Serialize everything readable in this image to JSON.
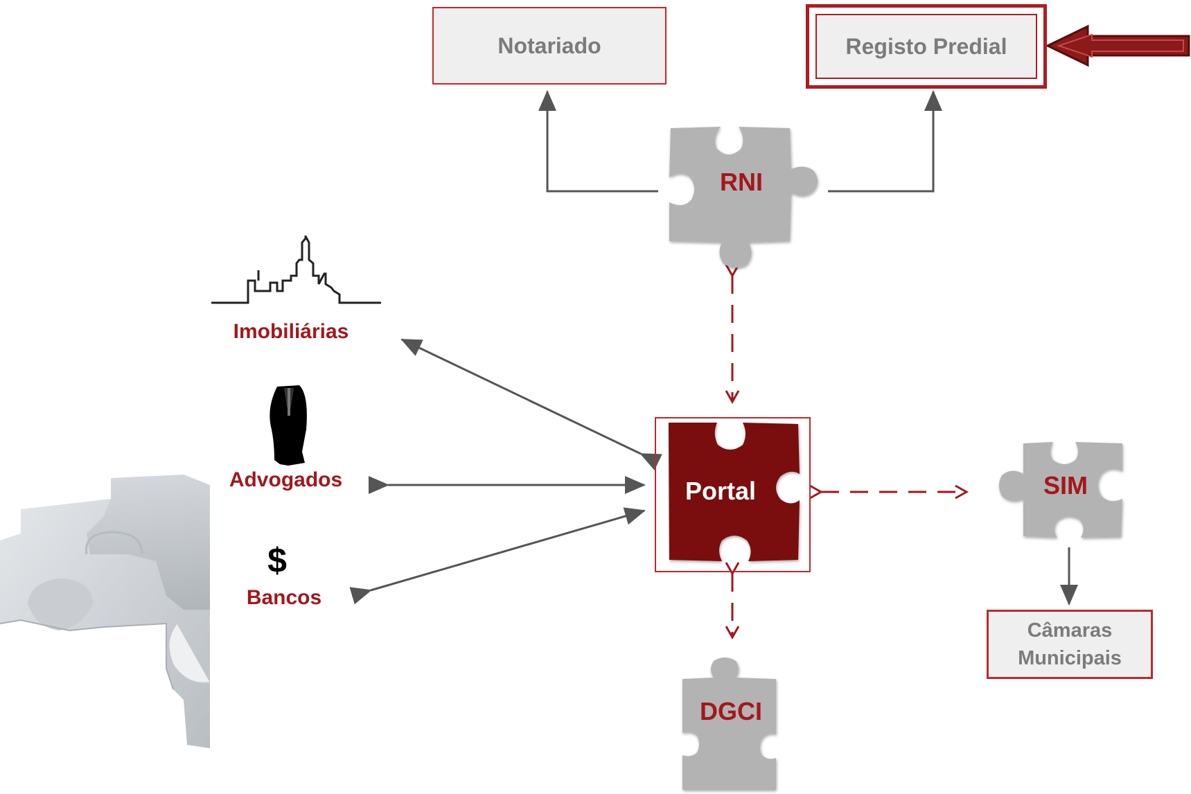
{
  "boxes": {
    "notariado": "Notariado",
    "registo_predial": "Registo Predial",
    "camaras_line1": "Câmaras",
    "camaras_line2": "Municipais"
  },
  "pieces": {
    "rni": "RNI",
    "portal": "Portal",
    "sim": "SIM",
    "dgci": "DGCI"
  },
  "actors": {
    "imobiliarias": "Imobiliárias",
    "advogados": "Advogados",
    "bancos": "Bancos",
    "dollar_symbol": "$"
  },
  "colors": {
    "brand_red": "#a3171c",
    "dark_red_piece": "#7a0a10",
    "grey_piece": "#b3b3b3",
    "arrow_grey": "#555555",
    "highlight_arrow": "#8b1a1a"
  }
}
